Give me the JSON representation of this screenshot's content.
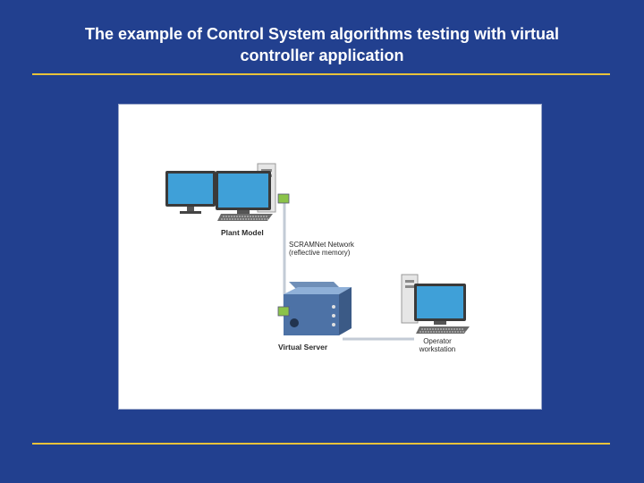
{
  "slide": {
    "title_line1": "The example of Control System algorithms testing with virtual",
    "title_line2": "controller application"
  },
  "diagram": {
    "plant_model_label": "Plant Model",
    "network_label_line1": "SCRAMNet Network",
    "network_label_line2": "(reflective memory)",
    "virtual_server_label": "Virtual Server",
    "operator_label_line1": "Operator",
    "operator_label_line2": "workstation"
  },
  "colors": {
    "background": "#22408f",
    "rule": "#e8c23a",
    "monitor": "#3fa0d8"
  }
}
